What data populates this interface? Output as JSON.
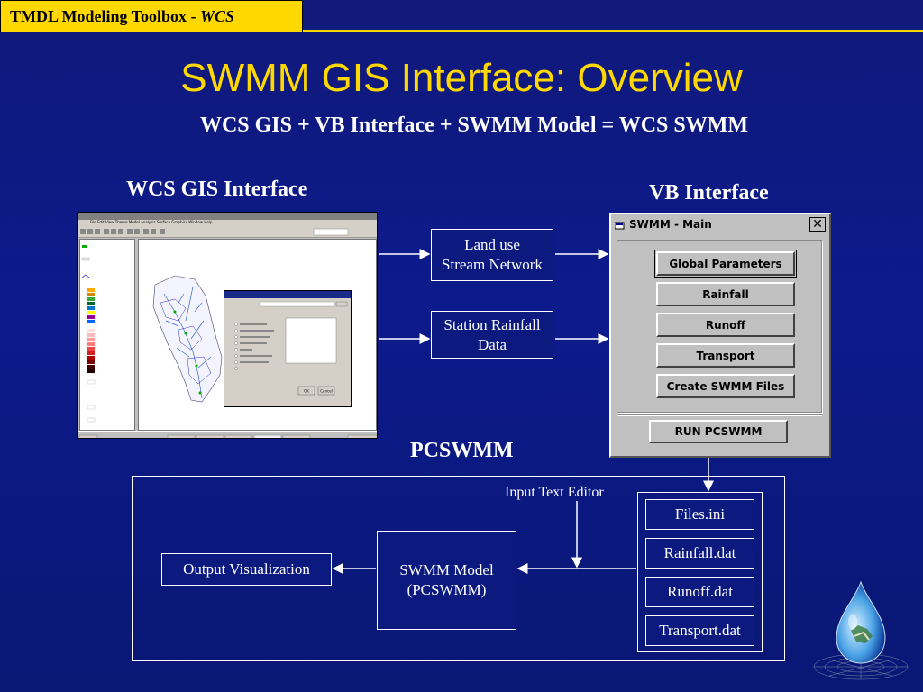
{
  "header": {
    "banner_text": "TMDL Modeling Toolbox - ",
    "banner_italic": "WCS",
    "title": "SWMM GIS Interface: Overview",
    "subtitle": "WCS GIS + VB Interface + SWMM Model = WCS SWMM"
  },
  "labels": {
    "gis": "WCS GIS Interface",
    "vb": "VB Interface",
    "pcswmm": "PCSWMM",
    "input_editor": "Input Text Editor"
  },
  "flow": {
    "landuse_line1": "Land use",
    "landuse_line2": "Stream Network",
    "rainfall_line1": "Station Rainfall",
    "rainfall_line2": "Data",
    "model_line1": "SWMM Model",
    "model_line2": "(PCSWMM)",
    "output": "Output Visualization",
    "files": [
      "Files.ini",
      "Rainfall.dat",
      "Runoff.dat",
      "Transport.dat"
    ]
  },
  "swmm_window": {
    "title": "SWMM - Main",
    "close": "✕",
    "buttons": [
      "Global Parameters",
      "Rainfall",
      "Runoff",
      "Transport",
      "Create SWMM Files"
    ],
    "run_button": "RUN PCSWMM"
  },
  "gis_window": {
    "menu": "File  Edit  View  Theme  Model  Analysis  Surface  Graphics  Window  Help",
    "dialog_title": "SWMM Setup",
    "ok": "OK",
    "cancel": "Cancel"
  },
  "colors": {
    "background": "#0c1a8c",
    "accent_yellow": "#ffd800"
  }
}
